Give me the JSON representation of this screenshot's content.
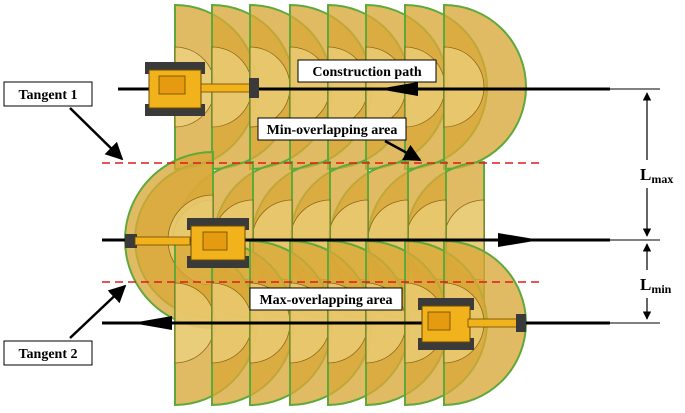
{
  "labels": {
    "tangent_1": "Tangent 1",
    "tangent_2": "Tangent 2",
    "construction_path": "Construction path",
    "min_overlap": "Min-overlapping area",
    "max_overlap": "Max-overlapping area",
    "l_max_main": "L",
    "l_max_sub": "max",
    "l_min_main": "L",
    "l_min_sub": "min"
  },
  "colors": {
    "fan_fill": "#d9a838",
    "fan_inner": "#f3dc8e",
    "fan_edge": "#5fa83a",
    "overlap_tint": "#b9b47a",
    "tangent_line": "#e01b1b",
    "path_line": "#000000",
    "machine_yellow": "#f2b21c",
    "machine_dark": "#3a3a3a"
  }
}
